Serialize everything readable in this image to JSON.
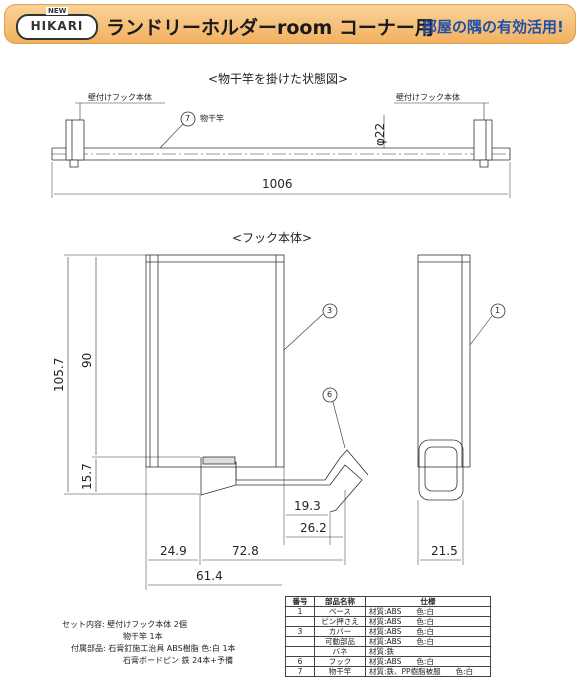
{
  "banner": {
    "logo_new": "NEW",
    "logo_text": "HIKARI",
    "title": "ランドリーホルダーroom コーナー用",
    "subtitle": "部屋の隅の有効活用!"
  },
  "top_view": {
    "title": "<物干竿を掛けた状態図>",
    "left_label": "壁付けフック本体",
    "right_label": "壁付けフック本体",
    "callout_num": "7",
    "callout_label": "物干竿",
    "diameter": "φ22",
    "length": "1006"
  },
  "hook_view": {
    "title": "<フック本体>",
    "callouts": [
      "3",
      "6",
      "1"
    ],
    "dims": {
      "overall_height": "105.7",
      "upper_height": "90",
      "lower_height": "15.7",
      "d19_3": "19.3",
      "d26_2": "26.2",
      "d24_9": "24.9",
      "d72_8": "72.8",
      "d61_4": "61.4",
      "d21_5": "21.5"
    }
  },
  "notes": {
    "set_label": "セット内容:",
    "set_line1": "壁付けフック本体 2個",
    "set_line2": "物干竿 1本",
    "attach_label": "付属部品:",
    "attach_line1": "石膏釘施工治具 ABS樹脂 色:白 1本",
    "attach_line2": "石膏ボードピン 鉄 24本+予備"
  },
  "parts_table": {
    "headers": [
      "番号",
      "部品名称",
      "仕様"
    ],
    "rows": [
      [
        "1",
        "ベース",
        "材質:ABS　　色:白"
      ],
      [
        "",
        "ピン押さえ",
        "材質:ABS　　色:白"
      ],
      [
        "3",
        "カバー",
        "材質:ABS　　色:白"
      ],
      [
        "",
        "可動部品",
        "材質:ABS　　色:白"
      ],
      [
        "",
        "バネ",
        "材質:鉄"
      ],
      [
        "6",
        "フック",
        "材質:ABS　　色:白"
      ],
      [
        "7",
        "物干竿",
        "材質:鉄、PP樹脂被服　　色:白"
      ]
    ]
  }
}
